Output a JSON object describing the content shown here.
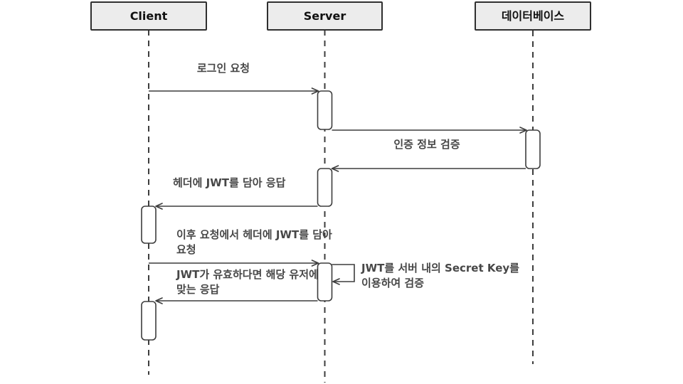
{
  "actors": [
    {
      "label": "Client"
    },
    {
      "label": "Server"
    },
    {
      "label": "데이터베이스"
    }
  ],
  "messages": [
    {
      "from": "Client",
      "to": "Server",
      "lines": [
        "로그인 요청"
      ]
    },
    {
      "from": "Server",
      "to": "데이터베이스",
      "lines": [
        "인증 정보 검증"
      ]
    },
    {
      "from": "데이터베이스",
      "to": "Server",
      "lines": []
    },
    {
      "from": "Server",
      "to": "Client",
      "lines": [
        "헤더에 JWT를 담아 응답"
      ]
    },
    {
      "from": "Client",
      "to": "Server",
      "lines": [
        "이후 요청에서 헤더에 JWT를 담아",
        "요청"
      ]
    },
    {
      "from": "Server",
      "to": "Server",
      "self_message": true,
      "lines": [
        "JWT를 서버 내의 Secret Key를",
        "이용하여 검증"
      ]
    },
    {
      "from": "Server",
      "to": "Client",
      "lines": [
        "JWT가 유효하다면 해당 유저에",
        "맞는 응답"
      ]
    }
  ],
  "colors": {
    "background": "#ffffff",
    "actor_box_fill": "#ececec",
    "actor_box_stroke": "#2f2f2f",
    "line_stroke": "#3d3d3d",
    "label_text": "#474747",
    "actor_text": "#111111",
    "activation_fill": "#ffffff"
  }
}
